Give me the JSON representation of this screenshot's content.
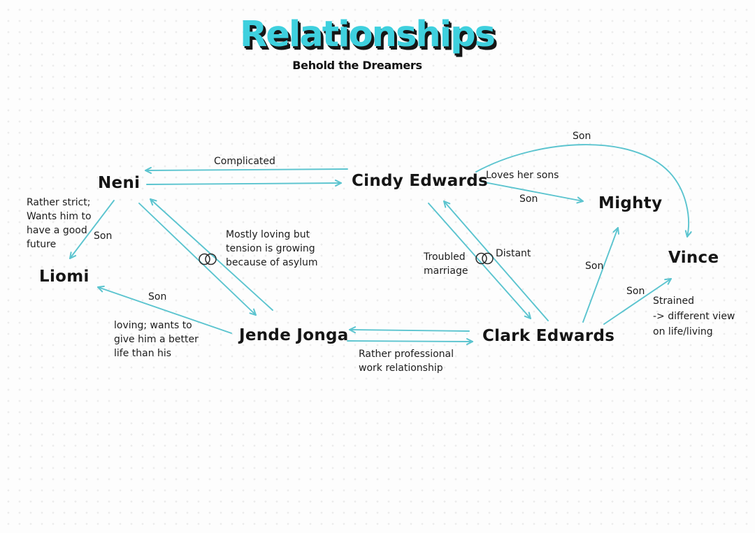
{
  "canvas": {
    "title": "Relationships",
    "subtitle": "Behold the Dreamers"
  },
  "colors": {
    "arrow": "#5bc4cf",
    "text": "#1c1c1c",
    "title_fill": "#3ed0de",
    "title_shadow": "#161616",
    "background": "#fdfdfd",
    "dot": "#ececec"
  },
  "nodes": {
    "neni": "Neni",
    "cindy": "Cindy Edwards",
    "mighty": "Mighty",
    "vince": "Vince",
    "liomi": "Liomi",
    "jende": "Jende Jonga",
    "clark": "Clark Edwards"
  },
  "edges": {
    "neni_cindy": {
      "label": "Complicated"
    },
    "neni_liomi": {
      "label": "Son",
      "note": "Rather strict;\nWants him to\nhave a good\nfuture"
    },
    "neni_jende": {
      "note": "Mostly loving but\ntension is growing\nbecause of asylum",
      "icon": "marriage-rings-icon"
    },
    "jende_liomi": {
      "label": "Son",
      "note": "loving; wants to\ngive him a better\nlife than his"
    },
    "jende_clark": {
      "note": "Rather professional\nwork relationship"
    },
    "cindy_clark": {
      "label": "Distant",
      "note": "Troubled\nmarriage",
      "icon": "marriage-rings-icon"
    },
    "cindy_mighty": {
      "label": "Son"
    },
    "cindy_vince": {
      "label": "Son"
    },
    "cindy_sons": {
      "note": "Loves her sons"
    },
    "clark_mighty": {
      "label": "Son"
    },
    "clark_vince": {
      "label": "Son",
      "note": "Strained\n-> different view\non life/living"
    }
  }
}
